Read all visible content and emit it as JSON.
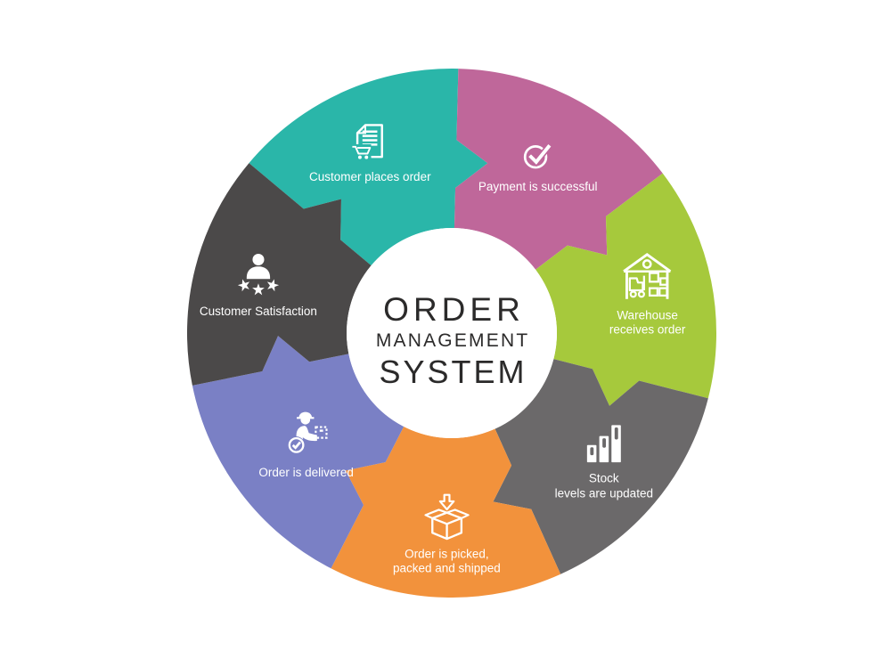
{
  "title": {
    "line1": "ORDER",
    "line2": "MANAGEMENT",
    "line3": "SYSTEM"
  },
  "diagram": {
    "type": "cycle",
    "direction": "clockwise",
    "steps_count": 7,
    "colors": {
      "background": "#ffffff",
      "center_circle": "#ffffff",
      "center_text": "#2b2a2a",
      "label_text": "#ffffff"
    },
    "segments": [
      {
        "step": 1,
        "label": "Customer places order",
        "label_lines": [
          "Customer places order"
        ],
        "color": "#2ab6a9",
        "icon": "order-form-icon"
      },
      {
        "step": 2,
        "label": "Payment is successful",
        "label_lines": [
          "Payment is successful"
        ],
        "color": "#bf679a",
        "icon": "payment-check-icon"
      },
      {
        "step": 3,
        "label": "Warehouse receives order",
        "label_lines": [
          "Warehouse",
          "receives order"
        ],
        "color": "#a6c93c",
        "icon": "warehouse-icon"
      },
      {
        "step": 4,
        "label": "Stock levels are updated",
        "label_lines": [
          "Stock",
          "levels are updated"
        ],
        "color": "#6b696a",
        "icon": "stock-bars-icon"
      },
      {
        "step": 5,
        "label": "Order is picked, packed and shipped",
        "label_lines": [
          "Order is picked,",
          "packed and shipped"
        ],
        "color": "#f2923c",
        "icon": "packed-box-icon"
      },
      {
        "step": 6,
        "label": "Order is delivered",
        "label_lines": [
          "Order is delivered"
        ],
        "color": "#7a80c5",
        "icon": "delivery-icon"
      },
      {
        "step": 7,
        "label": "Customer Satisfaction",
        "label_lines": [
          "Customer Satisfaction"
        ],
        "color": "#4b4949",
        "icon": "satisfaction-icon"
      }
    ]
  }
}
